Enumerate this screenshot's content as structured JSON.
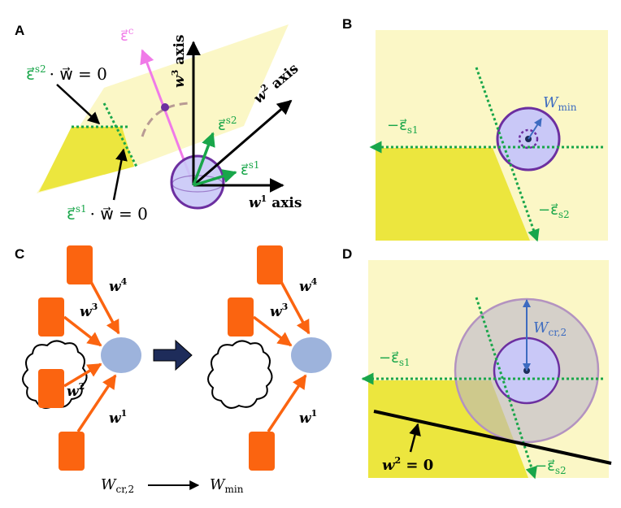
{
  "panels": {
    "a": {
      "letter": "A",
      "eq_s2": {
        "vec": "ε⃗",
        "sup": "s2",
        "dot": "· w⃗ = 0"
      },
      "eq_s1": {
        "vec": "ε⃗",
        "sup": "s1",
        "dot": "· w⃗ = 0"
      },
      "eps_c": {
        "base": "ε⃗",
        "sup": "c"
      },
      "w3_axis": {
        "base": "w",
        "sup": "3",
        "rest": " axis"
      },
      "w2_axis": {
        "base": "w",
        "sup": "2",
        "rest": " axis"
      },
      "w1_axis": {
        "base": "w",
        "sup": "1",
        "rest": " axis"
      },
      "eps_s2": {
        "base": "ε⃗",
        "sup": "s2"
      },
      "eps_s1": {
        "base": "ε⃗",
        "sup": "s1"
      }
    },
    "b": {
      "letter": "B",
      "w_min": {
        "base": "W",
        "sub": "min"
      },
      "neg_s1": {
        "base": "−ε⃗",
        "sub": "s1"
      },
      "neg_s2": {
        "base": "−ε⃗",
        "sub": "s2"
      }
    },
    "c": {
      "letter": "C",
      "w_labels": {
        "w1": "1",
        "w2": "2",
        "w3": "3",
        "w4": "4",
        "base": "w"
      },
      "from": {
        "base": "W",
        "sub": "cr,2"
      },
      "to": {
        "base": "W",
        "sub": "min"
      }
    },
    "d": {
      "letter": "D",
      "w_cr": {
        "base": "W",
        "sub": "cr,2"
      },
      "neg_s1": {
        "base": "−ε⃗",
        "sub": "s1"
      },
      "neg_s2": {
        "base": "−ε⃗",
        "sub": "s2"
      },
      "w2_zero": {
        "base": "w",
        "sup": "2",
        "rest": " = 0"
      }
    }
  },
  "colors": {
    "pale_yellow": "#fbf7c6",
    "bright_yellow": "#ece63e",
    "green": "#19a64a",
    "purple": "#6c2fa0",
    "lavender": "#c9c8f7",
    "blue_text": "#3d6bc0",
    "magenta": "#f07ae8",
    "orange": "#fb6410",
    "node_blue": "#9db3dc",
    "dark_blue": "#1e2c5a"
  }
}
